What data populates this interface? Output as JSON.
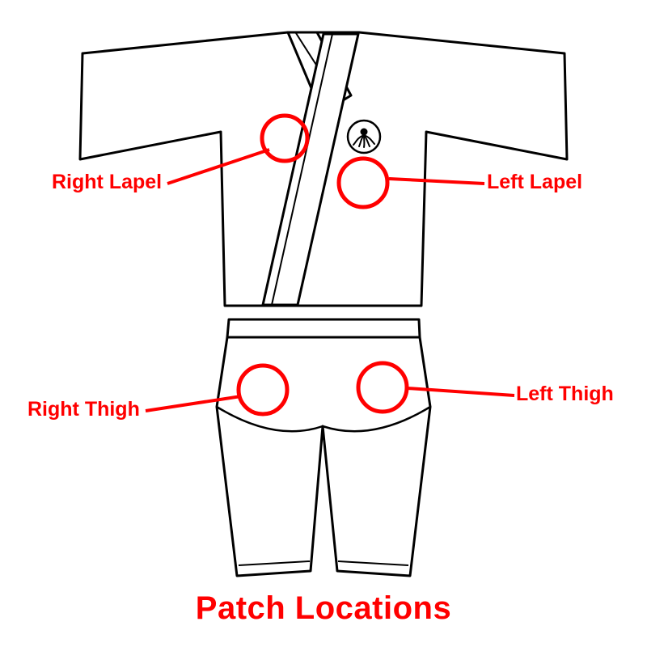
{
  "title": "Patch Locations",
  "labels": {
    "right_lapel": "Right Lapel",
    "left_lapel": "Left Lapel",
    "right_thigh": "Right Thigh",
    "left_thigh": "Left Thigh"
  },
  "icons": {
    "emblem": "gi-crest-emblem"
  },
  "colors": {
    "accent": "#FF0000",
    "outline": "#000000",
    "background": "#FFFFFF"
  }
}
